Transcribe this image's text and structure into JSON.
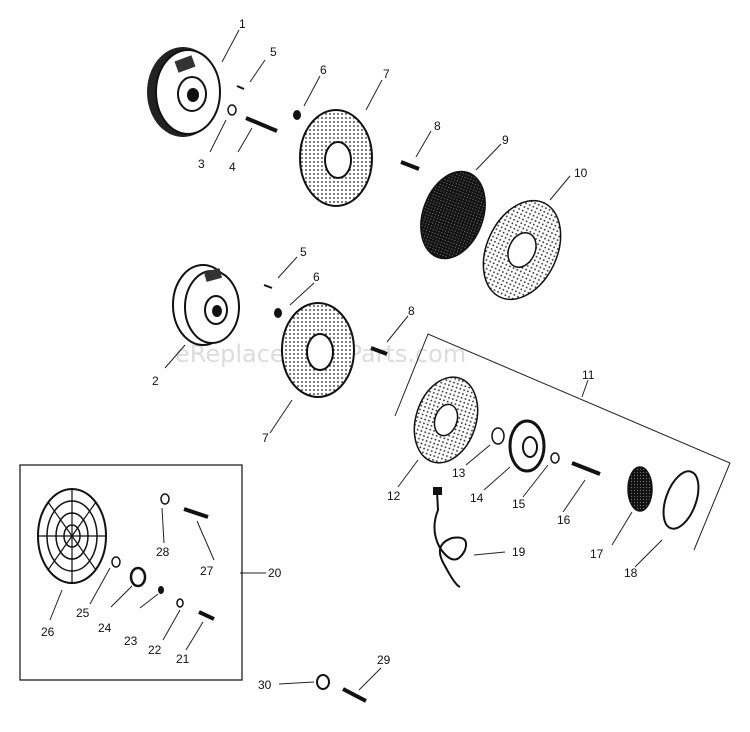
{
  "watermark": "eReplacementParts.com",
  "callouts": [
    "1",
    "2",
    "3",
    "4",
    "5",
    "5",
    "6",
    "6",
    "7",
    "7",
    "8",
    "8",
    "9",
    "10",
    "11",
    "12",
    "13",
    "14",
    "15",
    "16",
    "17",
    "18",
    "19",
    "20",
    "21",
    "22",
    "23",
    "24",
    "25",
    "26",
    "27",
    "28",
    "29",
    "30"
  ],
  "colors": {
    "ink": "#1a1a1a",
    "paper": "#ffffff",
    "watermark": "#d6d6d6"
  }
}
